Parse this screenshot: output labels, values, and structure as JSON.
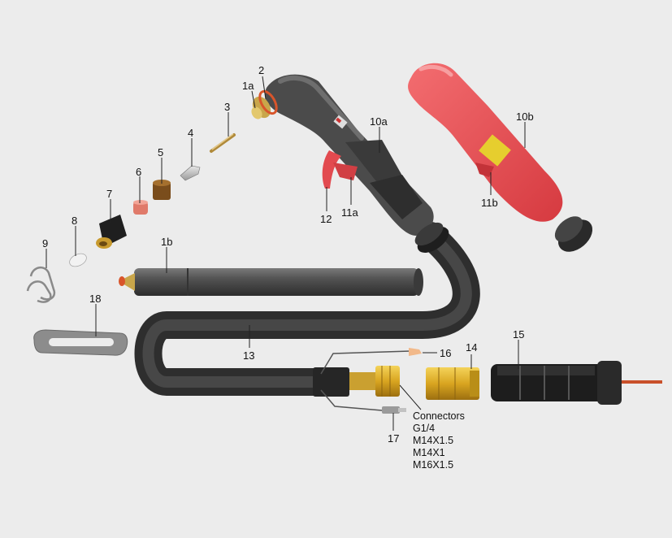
{
  "labels": {
    "p1a": "1a",
    "p1b": "1b",
    "p2": "2",
    "p3": "3",
    "p4": "4",
    "p5": "5",
    "p6": "6",
    "p7": "7",
    "p8": "8",
    "p9": "9",
    "p10a": "10a",
    "p10b": "10b",
    "p11a": "11a",
    "p11b": "11b",
    "p12": "12",
    "p13": "13",
    "p14": "14",
    "p15": "15",
    "p16": "16",
    "p17": "17",
    "p18": "18"
  },
  "connectors": {
    "title": "Connectors",
    "items": [
      "G1/4",
      "M14X1.5",
      "M14X1",
      "M16X1.5"
    ]
  },
  "colors": {
    "background": "#ececec",
    "torch_body": "#4a4a4a",
    "red_handle": "#e8474c",
    "brass": "#d9a520",
    "copper": "#c76a2c"
  }
}
